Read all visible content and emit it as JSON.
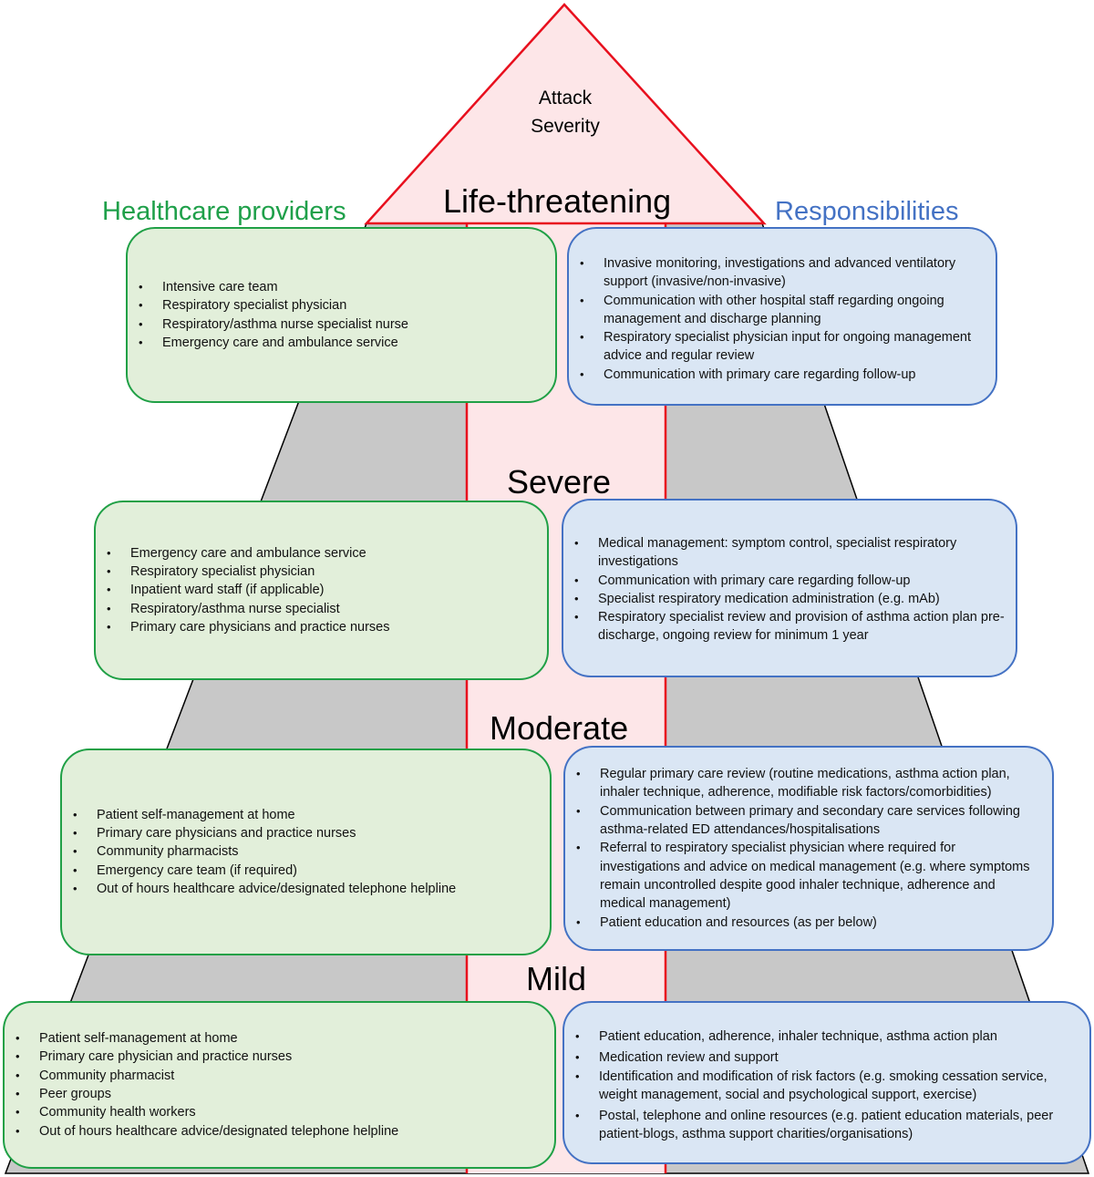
{
  "apex": {
    "line1": "Attack",
    "line2": "Severity"
  },
  "columns": {
    "providers_title": "Healthcare providers",
    "responsibilities_title": "Responsibilities"
  },
  "levels": [
    {
      "title": "Life-threatening",
      "providers": [
        "Intensive care team",
        "Respiratory specialist physician",
        "Respiratory/asthma nurse specialist nurse",
        "Emergency care and ambulance service"
      ],
      "responsibilities": [
        "Invasive monitoring, investigations and advanced ventilatory support (invasive/non-invasive)",
        "Communication with other hospital staff regarding ongoing management and discharge planning",
        "Respiratory specialist physician input for ongoing management advice and regular review",
        "Communication with primary care regarding follow-up"
      ]
    },
    {
      "title": "Severe",
      "providers": [
        "Emergency care and ambulance service",
        "Respiratory specialist physician",
        "Inpatient ward staff (if applicable)",
        "Respiratory/asthma nurse specialist",
        "Primary care physicians and practice nurses"
      ],
      "responsibilities": [
        "Medical management: symptom control, specialist respiratory investigations",
        "Communication with primary care regarding follow-up",
        "Specialist respiratory medication administration (e.g. mAb)",
        "Respiratory specialist review and provision of asthma action plan pre-discharge, ongoing review for minimum 1 year"
      ]
    },
    {
      "title": "Moderate",
      "providers": [
        "Patient self-management at home",
        "Primary care physicians and practice nurses",
        "Community pharmacists",
        "Emergency care team (if required)",
        "Out of hours healthcare advice/designated telephone helpline"
      ],
      "responsibilities": [
        "Regular primary care review (routine medications, asthma action plan, inhaler technique, adherence, modifiable risk factors/comorbidities)",
        "Communication between primary and secondary care services following asthma-related ED attendances/hospitalisations",
        "Referral to respiratory specialist physician where required for investigations and advice on medical management (e.g. where symptoms remain uncontrolled despite good inhaler technique, adherence and medical management)",
        "Patient education and resources (as per below)"
      ]
    },
    {
      "title": "Mild",
      "providers": [
        "Patient self-management at home",
        "Primary care physician and practice nurses",
        "Community pharmacist",
        "Peer groups",
        "Community health workers",
        "Out of hours healthcare advice/designated telephone helpline"
      ],
      "responsibilities": [
        "Patient education, adherence, inhaler technique, asthma action plan",
        "Medication review and support",
        "Identification and modification of risk factors (e.g. smoking cessation service, weight management, social and psychological support, exercise)",
        "Postal, telephone and online resources (e.g. patient education materials, peer patient-blogs, asthma support charities/organisations)"
      ]
    }
  ],
  "colors": {
    "pyramid_gray": "#c8c8c8",
    "apex_fill": "#fde6e8",
    "red_line": "#e8101e",
    "provider_fill": "#e2efda",
    "provider_border": "#20a046",
    "responsibility_fill": "#dae6f4",
    "responsibility_border": "#4472c4",
    "providers_title_color": "#1fa04a",
    "responsibilities_title_color": "#4472c4"
  }
}
